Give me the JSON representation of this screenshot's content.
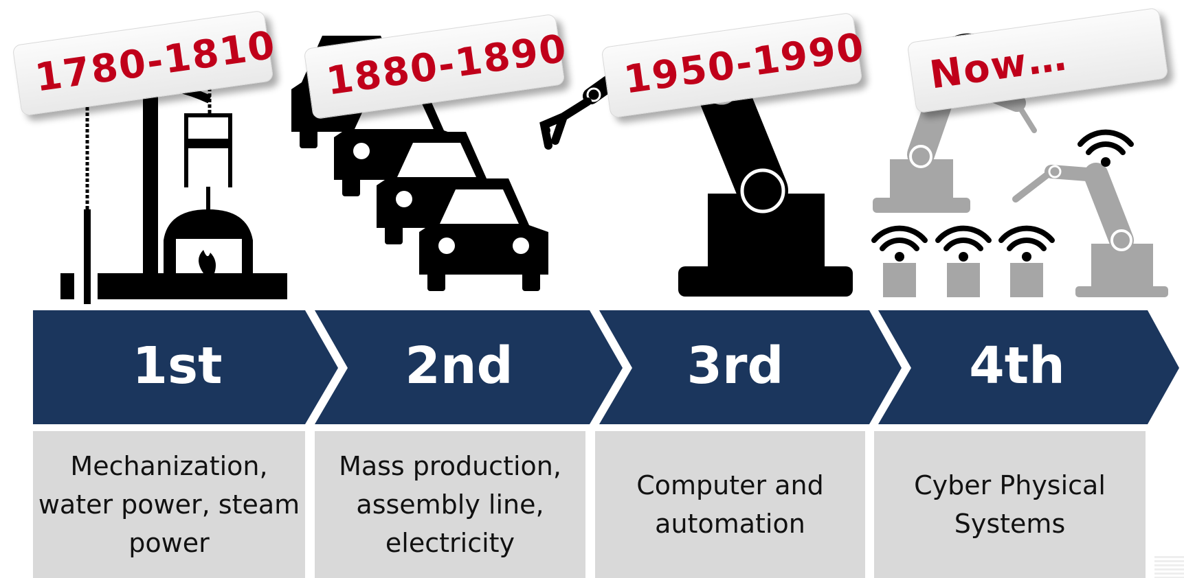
{
  "colors": {
    "chevron": "#1b365d",
    "era_text": "#c0001a",
    "desc_box": "#d9d9d9",
    "icon_dark": "#000000",
    "icon_gray": "#a6a6a6"
  },
  "stages": [
    {
      "era": "1780-1810",
      "number": "1st",
      "description": "Mechanization,\nwater power, steam\npower",
      "icon": "steam-engine-icon"
    },
    {
      "era": "1880-1890",
      "number": "2nd",
      "description": "Mass production,\nassembly line,\nelectricity",
      "icon": "assembly-line-cars-icon"
    },
    {
      "era": "1950-1990",
      "number": "3rd",
      "description": "Computer and\nautomation",
      "icon": "robot-arm-icon"
    },
    {
      "era": "Now…",
      "number": "4th",
      "description": "Cyber Physical\nSystems",
      "icon": "connected-robots-wifi-icon"
    }
  ]
}
